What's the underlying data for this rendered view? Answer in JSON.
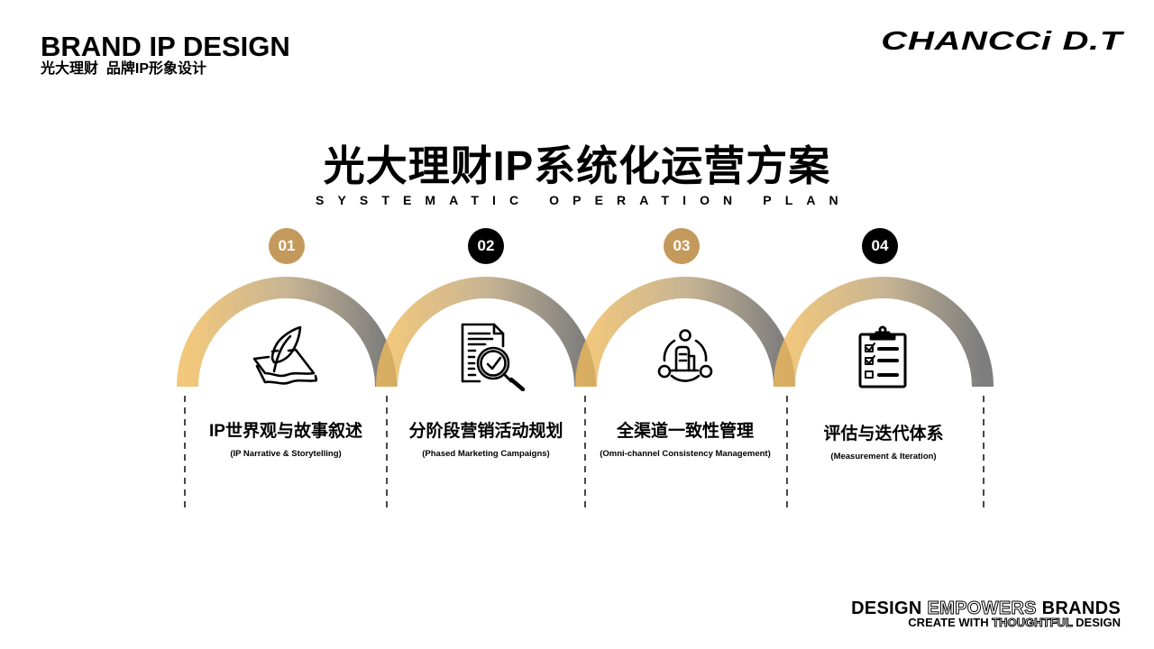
{
  "header": {
    "brand_title": "BRAND IP DESIGN",
    "brand_subtitle": "光大理财  品牌IP形象设计",
    "logo": "CHANCCi D.T"
  },
  "main": {
    "title": "光大理财IP系统化运营方案",
    "subtitle": "SYSTEMATIC OPERATION PLAN"
  },
  "colors": {
    "gold": "#C49A5C",
    "black": "#000000",
    "arc_gradient_start": "#F3C97E",
    "arc_gradient_mid": "#C8B594",
    "arc_gradient_end": "#7D7D7D"
  },
  "steps": [
    {
      "number": "01",
      "badge_color": "#C49A5C",
      "icon": "quill-on-paper",
      "title": "IP世界观与故事叙述",
      "subtitle": "(IP Narrative & Storytelling)"
    },
    {
      "number": "02",
      "badge_color": "#000000",
      "icon": "document-magnifier-check",
      "title": "分阶段营销活动规划",
      "subtitle": "(Phased Marketing Campaigns)"
    },
    {
      "number": "03",
      "badge_color": "#C49A5C",
      "icon": "people-network",
      "title": "全渠道一致性管理",
      "subtitle": "(Omni-channel Consistency Management)"
    },
    {
      "number": "04",
      "badge_color": "#000000",
      "icon": "clipboard-checklist",
      "title": "评估与迭代体系",
      "subtitle": "(Measurement & Iteration)"
    }
  ],
  "footer": {
    "line1": [
      {
        "text": "DESIGN ",
        "outlined": false
      },
      {
        "text": "EMPOWERS",
        "outlined": true
      },
      {
        "text": " BRANDS",
        "outlined": false
      }
    ],
    "line2": [
      {
        "text": "CREATE WITH ",
        "outlined": false
      },
      {
        "text": "THOUGHTFUL",
        "outlined": true
      },
      {
        "text": " DESIGN",
        "outlined": false
      }
    ]
  }
}
